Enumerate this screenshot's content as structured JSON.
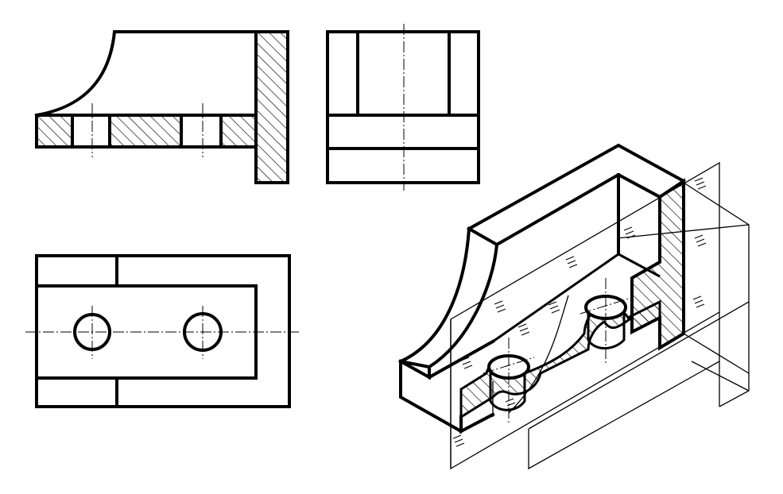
{
  "figure": {
    "views": [
      "front-section-view",
      "side-view",
      "top-view",
      "isometric-section-view"
    ],
    "ink_color": "#000000",
    "paper_color": "#ffffff"
  }
}
